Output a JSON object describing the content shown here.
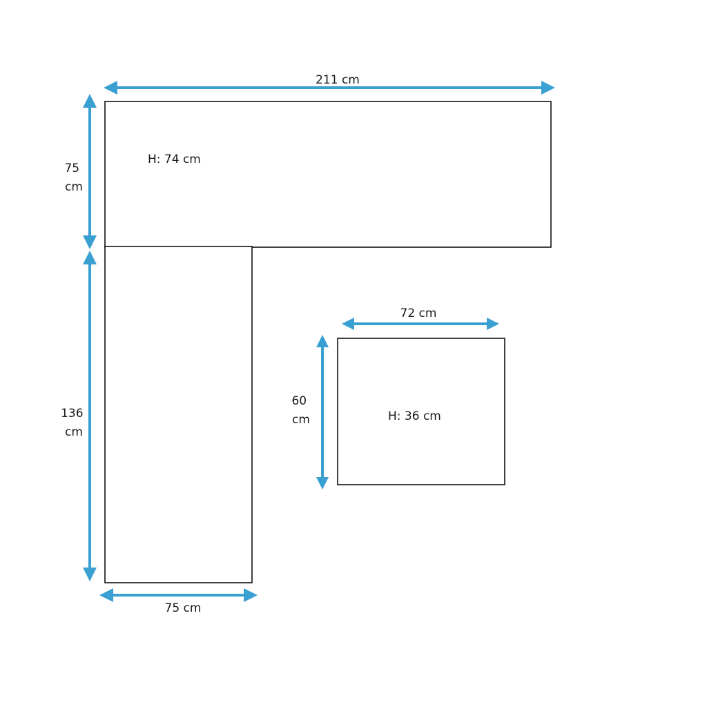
{
  "colors": {
    "accent": "#3a9fd1",
    "outline": "#000000",
    "text": "#1a1a1a"
  },
  "pieces": {
    "top_section": {
      "height_label": "H: 74 cm"
    },
    "side_section": {},
    "ottoman": {
      "height_label": "H: 36 cm"
    }
  },
  "dimensions": {
    "top_width": {
      "text": "211 cm"
    },
    "top_depth": {
      "lines": [
        "75",
        "cm"
      ]
    },
    "side_length": {
      "lines": [
        "136",
        "cm"
      ]
    },
    "side_width": {
      "text": "75 cm"
    },
    "ottoman_width": {
      "text": "72 cm"
    },
    "ottoman_depth": {
      "lines": [
        "60",
        "cm"
      ]
    }
  }
}
